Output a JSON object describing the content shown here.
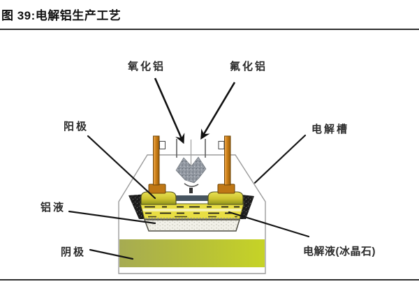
{
  "figure": {
    "title": "图 39:电解铝生产工艺"
  },
  "diagram": {
    "labels": {
      "alumina": "氧化铝",
      "aluminum_fluoride": "氟化铝",
      "anode": "阳极",
      "electrolysis_cell": "电解槽",
      "aluminum_liquid": "铝液",
      "cathode": "阴极",
      "electrolyte_cryolite": "电解液(冰晶石)"
    },
    "colors": {
      "anode_rod": "#c27712",
      "anode_block": "#cdc42f",
      "electrolyte_bath": "#e8de43",
      "aluminum_layer": "#f1f0e8",
      "cathode_slab": "#b8c23a",
      "carbon_lining": "#1b1b1b",
      "feed_material": "#949aa3",
      "cell_outline": "#9b9b9b",
      "rule_line": "#2e2e2e"
    }
  }
}
